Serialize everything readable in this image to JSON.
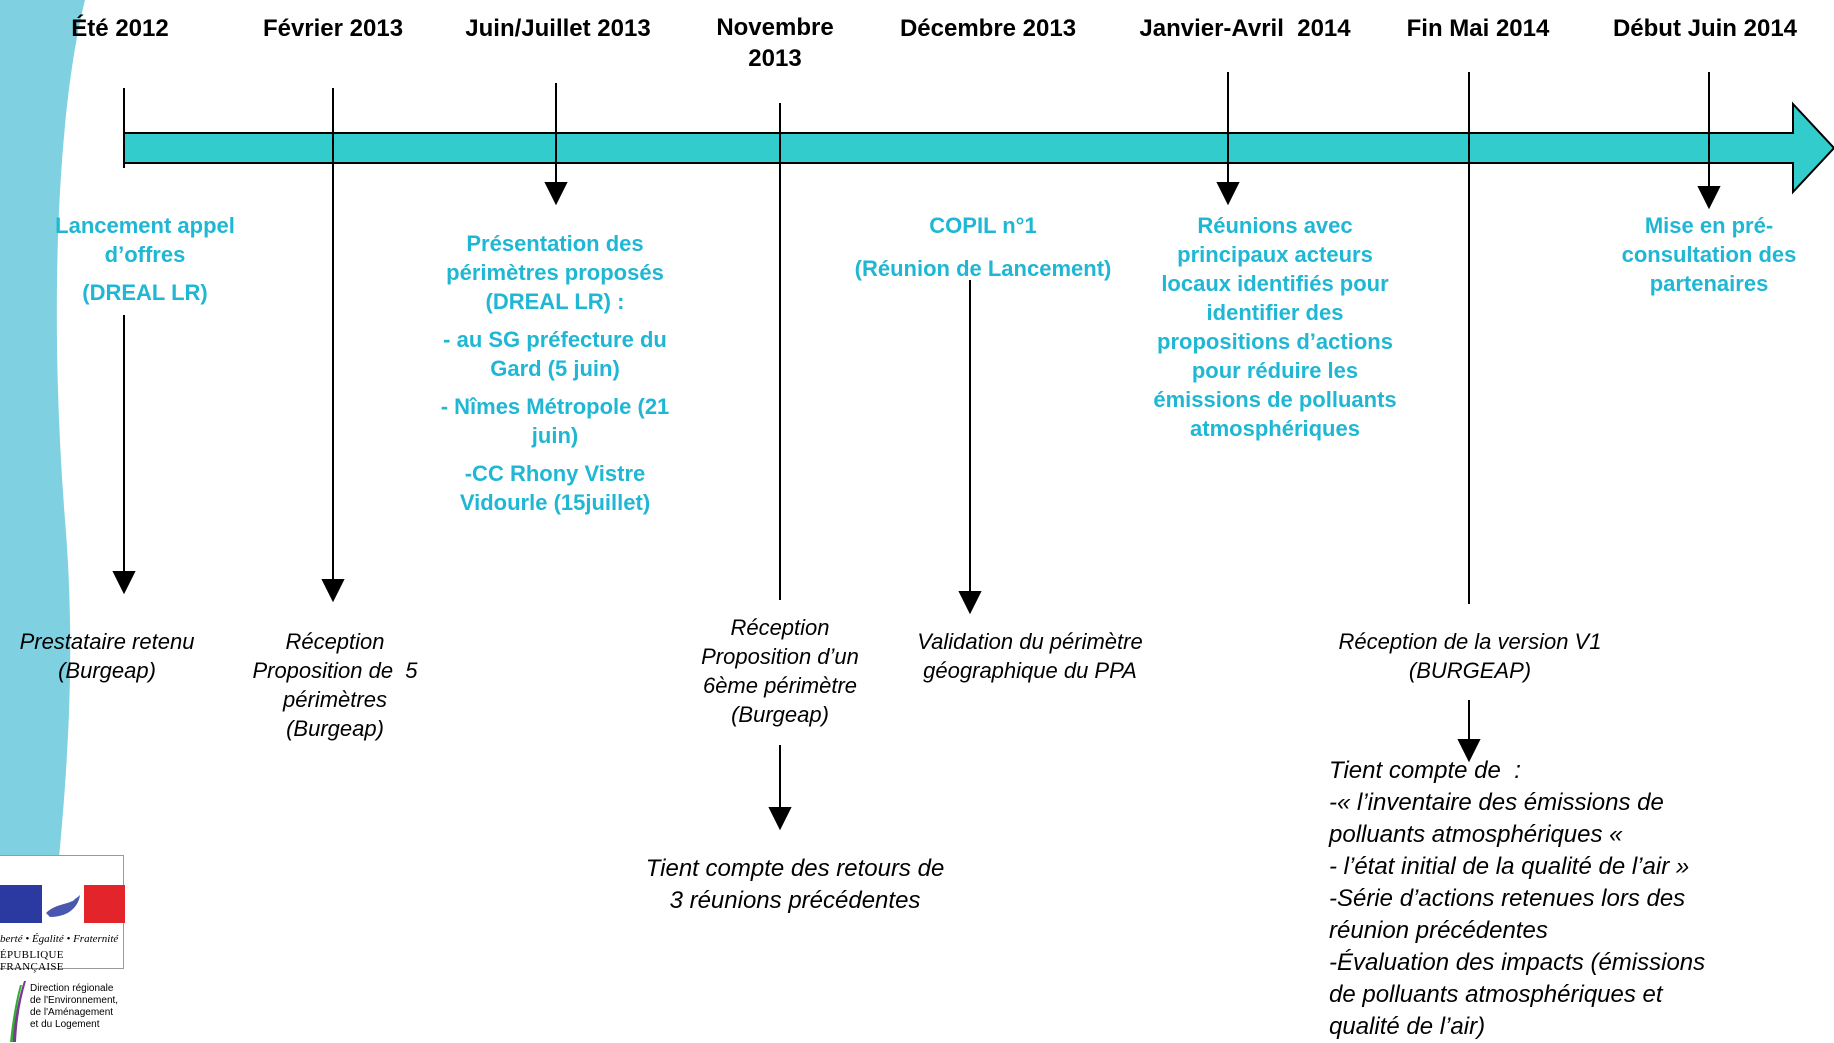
{
  "colors": {
    "arrow_fill": "#33cccc",
    "label_blue": "#1fb7d4",
    "side_band": "#7fd0e0",
    "flag_blue": "#2a3aa0",
    "flag_red": "#e3242b"
  },
  "dates": [
    "Été 2012",
    "Février 2013",
    "Juin/Juillet 2013",
    "Novembre 2013",
    "Décembre 2013",
    "Janvier-Avril  2014",
    "Fin Mai 2014",
    "Début Juin 2014"
  ],
  "above": {
    "e1": [
      "Lancement appel",
      "d’offres",
      "(DREAL LR)"
    ],
    "e3": [
      "Présentation des",
      "périmètres proposés",
      "(DREAL LR)  :",
      "- au SG préfecture du",
      "Gard (5 juin)",
      "- Nîmes Métropole (21",
      "juin)",
      "-CC Rhony  Vistre",
      "Vidourle (15juillet)"
    ],
    "e5": [
      "COPIL n°1",
      "(Réunion de Lancement)"
    ],
    "e6": [
      "Réunions avec",
      "principaux acteurs",
      "locaux identifiés pour",
      "identifier des",
      "propositions d’actions",
      "pour réduire les",
      "émissions de polluants",
      "atmosphériques"
    ],
    "e8": [
      "Mise en pré-",
      "consultation des",
      "partenaires"
    ]
  },
  "below": {
    "e1": [
      "Prestataire retenu",
      "(Burgeap)"
    ],
    "e2": [
      "Réception",
      "Proposition de  5",
      "périmètres",
      "(Burgeap)"
    ],
    "e4": [
      "Réception",
      "Proposition d’un",
      "6ème périmètre",
      "(Burgeap)"
    ],
    "e4b": [
      "Tient compte des retours de",
      "3 réunions précédentes"
    ],
    "e5": [
      "Validation du périmètre",
      "géographique du PPA"
    ],
    "e7": [
      "Réception de la version V1",
      "(BURGEAP)"
    ],
    "e7b": [
      "Tient compte de  :",
      "-« l’inventaire des émissions de",
      "polluants atmosphériques «",
      "- l’état initial de la qualité de l’air »",
      "-Série d’actions retenues lors des",
      "réunion précédentes",
      "-Évaluation des impacts (émissions",
      "de polluants atmosphériques et",
      "qualité de l’air)"
    ]
  },
  "logo": {
    "motto": "berté • Égalité • Fraternité",
    "republic": "ÉPUBLIQUE FRANÇAISE",
    "dreal": [
      "Direction régionale",
      "de l'Environnement,",
      "de l'Aménagement",
      "et du Logement"
    ]
  }
}
